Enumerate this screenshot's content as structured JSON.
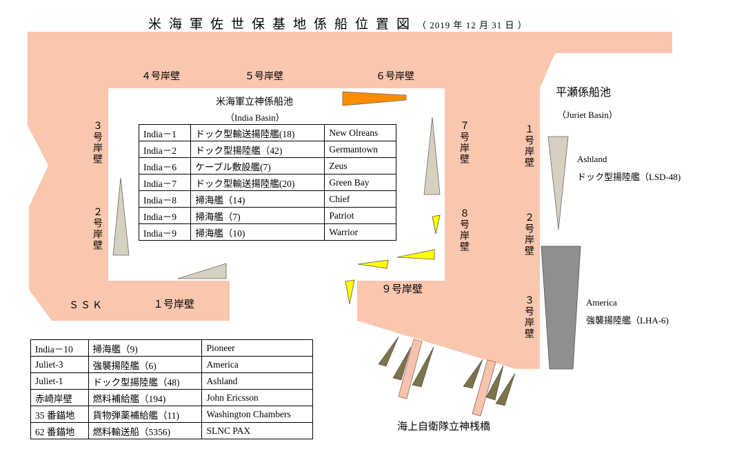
{
  "title": {
    "main": "米海軍佐世保基地係船位置図",
    "date": "（ 2019 年 12 月 31 日 ）"
  },
  "basins": {
    "india_name": "米海軍立神係船池",
    "india_sub": "（India Basin）",
    "juliet_name": "平瀬係船池",
    "juliet_sub": "（Juriet Basin）"
  },
  "quays": {
    "q4": "４号岸壁",
    "q5": "５号岸壁",
    "q6": "６号岸壁",
    "q3_left": "３号岸壁",
    "q2_left": "２号岸壁",
    "q1_bottom": "１号岸壁",
    "ssk": "ＳＳＫ",
    "q7": "７号岸壁",
    "q8": "８号岸壁",
    "q9": "９号岸壁",
    "q1_right": "１号岸壁",
    "q2_right": "２号岸壁",
    "q3_right": "３号岸壁",
    "jmsdf_pier": "海上自衛隊立神桟橋"
  },
  "ships": {
    "ashland_name": "Ashland",
    "ashland_type": "ドック型揚陸艦（LSD-48)",
    "america_name": "America",
    "america_type": "強襲揚陸艦（LHA-6)"
  },
  "india_table": [
    [
      "India－1",
      "ドック型輸送揚陸艦(18)",
      "New Olreans"
    ],
    [
      "India－2",
      "ドック型揚陸艦（42)",
      "Germantown"
    ],
    [
      "India－6",
      "ケーブル敷設艦(7)",
      "Zeus"
    ],
    [
      "India－7",
      "ドック型輸送揚陸艦(20)",
      "Green Bay"
    ],
    [
      "India－8",
      "掃海艦（14)",
      "Chief"
    ],
    [
      "India－9",
      "掃海艦（7)",
      "Patriot"
    ],
    [
      "India－9",
      "掃海艦（10)",
      "Warrior"
    ]
  ],
  "other_table": [
    [
      "India－10",
      "掃海艦（9)",
      "Pioneer"
    ],
    [
      "Juliet-3",
      "強襲揚陸艦（6)",
      "America"
    ],
    [
      "Juliet-1",
      "ドック型揚陸艦（48)",
      "Ashland"
    ],
    [
      "赤崎岸壁",
      "燃料補給艦（194)",
      "John Ericsson"
    ],
    [
      "35 番錨地",
      "貨物弾薬補給艦（11)",
      "Washington Chambers"
    ],
    [
      "62 番錨地",
      "燃料輸送船（5356)",
      "SLNC PAX"
    ]
  ],
  "colors": {
    "land": "#f9c6ae",
    "ship_gray": "#d5d0c0",
    "ship_orange": "#ff8c00",
    "ship_yellow": "#ffff00",
    "ship_dark": "#8f8f8f",
    "ship_olive": "#7d7349",
    "pier_pink": "#f8c3ac"
  }
}
